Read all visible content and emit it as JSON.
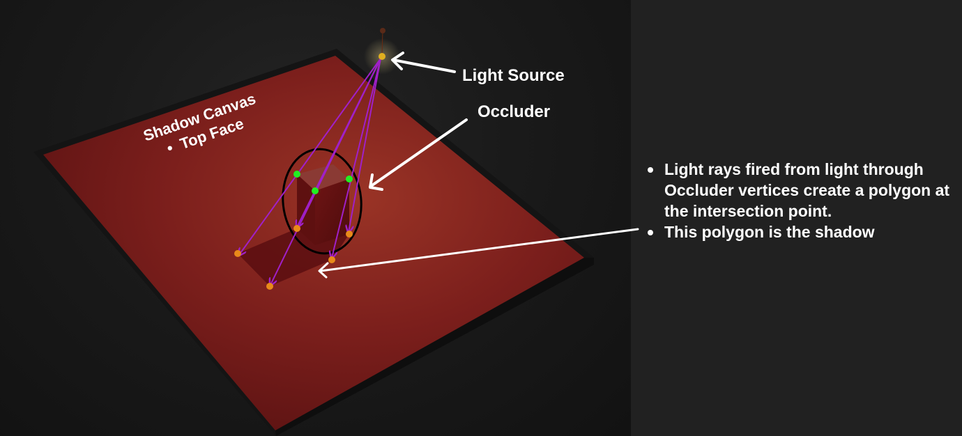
{
  "labels": {
    "light_source": "Light Source",
    "occluder": "Occluder",
    "canvas_title": "Shadow Canvas",
    "canvas_bullet": "Top Face"
  },
  "notes": [
    "Light rays fired from light through Occluder vertices create a polygon at the intersection point.",
    "This polygon is the shadow"
  ],
  "colors": {
    "canvas_fill": "#7a1c1c",
    "canvas_border": "#111111",
    "ray": "#a020c8",
    "occluder_vertex": "#22ee22",
    "shadow_vertex": "#e88a1a",
    "light": "#e0b020",
    "annotation": "#ffffff"
  }
}
